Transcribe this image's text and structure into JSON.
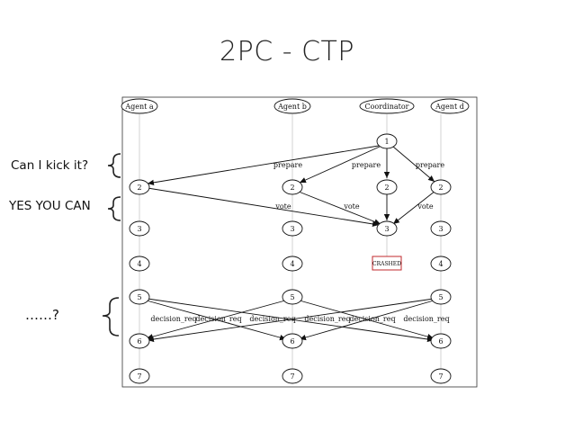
{
  "title": "2PC - CTP",
  "side_labels": {
    "kick": "Can I kick it?",
    "yes": "YES YOU CAN",
    "question": "……?"
  },
  "agents": {
    "a": "Agent a",
    "b": "Agent b",
    "coord": "Coordinator",
    "d": "Agent d"
  },
  "nodes": {
    "n1": "1",
    "n2": "2",
    "n3": "3",
    "n4": "4",
    "n5": "5",
    "n6": "6",
    "n7": "7",
    "crashed": "CRASHED"
  },
  "edges": {
    "prepare": "prepare",
    "vote": "vote",
    "decision_req": "decision_req"
  }
}
